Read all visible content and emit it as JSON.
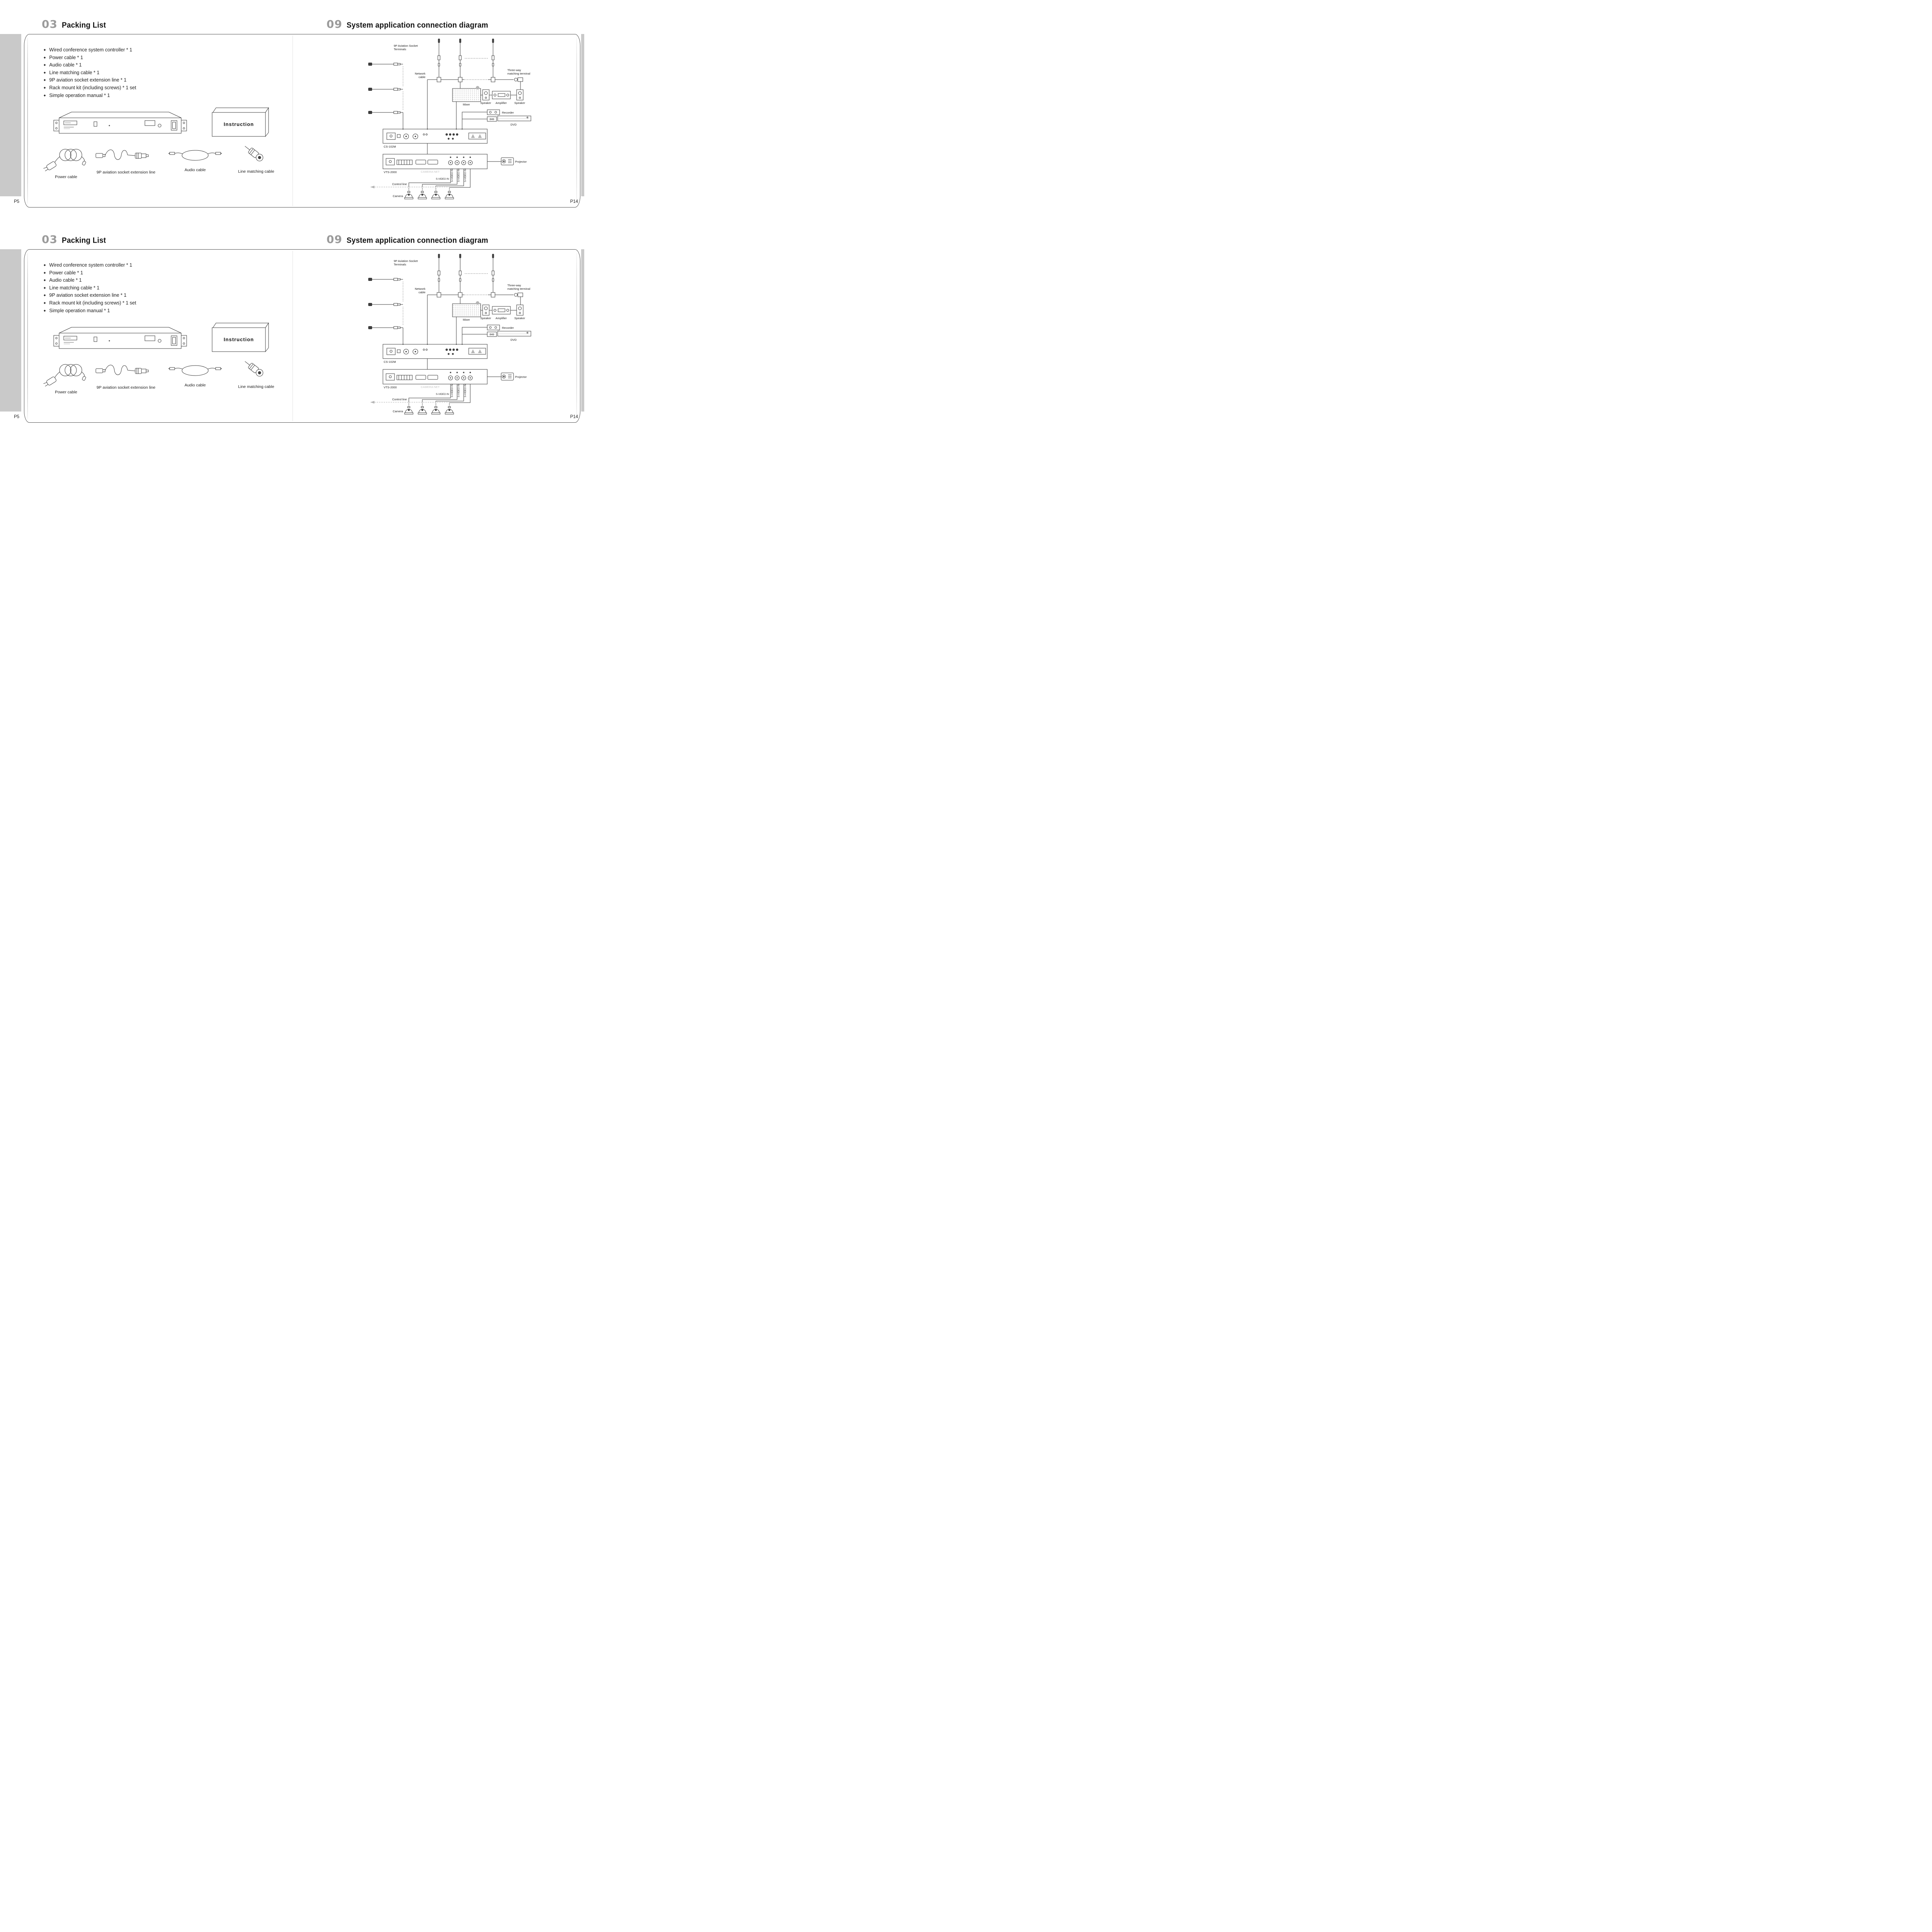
{
  "page": {
    "left_number": "P5",
    "right_number": "P14"
  },
  "packing": {
    "section_number": "03",
    "section_title": "Packing List",
    "items": [
      "Wired conference system controller * 1",
      "Power cable * 1",
      "Audio cable * 1",
      "Line matching cable * 1",
      "9P aviation socket extension line * 1",
      "Rack mount kit (including screws) * 1 set",
      "Simple operation manual * 1"
    ],
    "booklet_label": "Instruction",
    "cables": [
      "Power cable",
      "9P aviation socket extension line",
      "Audio cable",
      "Line matching cable"
    ]
  },
  "diagram": {
    "section_number": "09",
    "section_title": "System application connection diagram",
    "labels": {
      "aviation_1": "9P Aviation Socket",
      "aviation_2": "Terminals",
      "network_1": "Network",
      "network_2": "cable",
      "threeway_1": "Three-way",
      "threeway_2": "matching terminal",
      "mixer": "Mixer",
      "speaker": "Speaker",
      "amplifier": "Amplifier",
      "recorder": "Recorder",
      "dvd": "DVD",
      "cs102m": "CS-102M",
      "vts2000": "VTS-2000",
      "camera_net": "CAMERA NET",
      "s_video_in": "S-VIDEO IN",
      "projector": "Projector",
      "control_line": "Control line",
      "camera": "Camera"
    }
  }
}
